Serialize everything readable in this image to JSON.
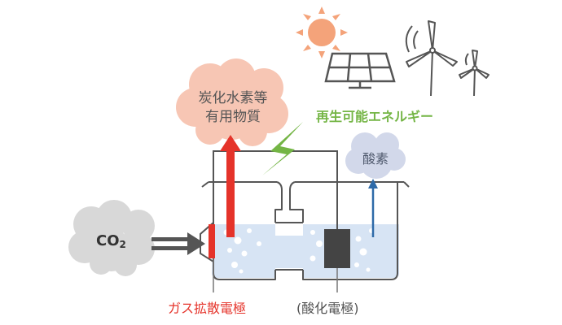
{
  "labels": {
    "hydrocarbon_line1": "炭化水素等",
    "hydrocarbon_line2": "有用物質",
    "oxygen": "酸素",
    "renewable_energy": "再生可能エネルギー",
    "gas_diffusion_electrode": "ガス拡散電極",
    "anode_electrode": "(酸化電極)",
    "co2_main": "CO",
    "co2_sub": "2"
  },
  "icons": [
    "sun-icon",
    "solar-panel-icon",
    "wind-turbine-icon",
    "lightning-icon"
  ],
  "colors": {
    "red": "#e5332a",
    "blue": "#2e6aa8",
    "green": "#74b545",
    "sun": "#f4a37a",
    "cloud_pink": "#f7c6b4",
    "cloud_blue": "#d2d8ea",
    "cloud_gray": "#d8d8d8",
    "water": "#d7e4f4"
  }
}
